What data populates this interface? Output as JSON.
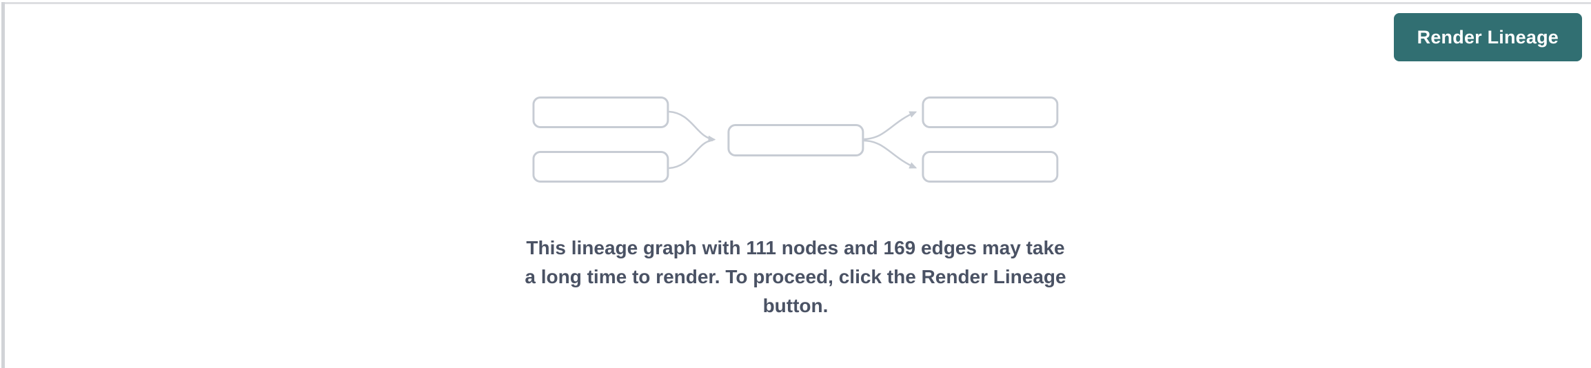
{
  "panel": {
    "background": "#ffffff",
    "top_border_color": "#dddee1",
    "left_border_color": "#d1d3d7"
  },
  "toolbar": {
    "render_button_label": "Render Lineage",
    "render_button_bg": "#316f72",
    "render_button_text_color": "#ffffff"
  },
  "placeholder": {
    "graphic": {
      "name": "mini-lineage-diagram",
      "stroke_color": "#c7ccd4",
      "node_fill": "#ffffff",
      "upstream_nodes": 2,
      "middle_nodes": 1,
      "downstream_nodes": 2
    },
    "message_lines": [
      "This lineage graph with 111 nodes and 169 edges may take",
      "a long time to render. To proceed, click the Render Lineage",
      "button."
    ],
    "message_color": "#4a5264",
    "node_count": "111",
    "edge_count": "169"
  }
}
